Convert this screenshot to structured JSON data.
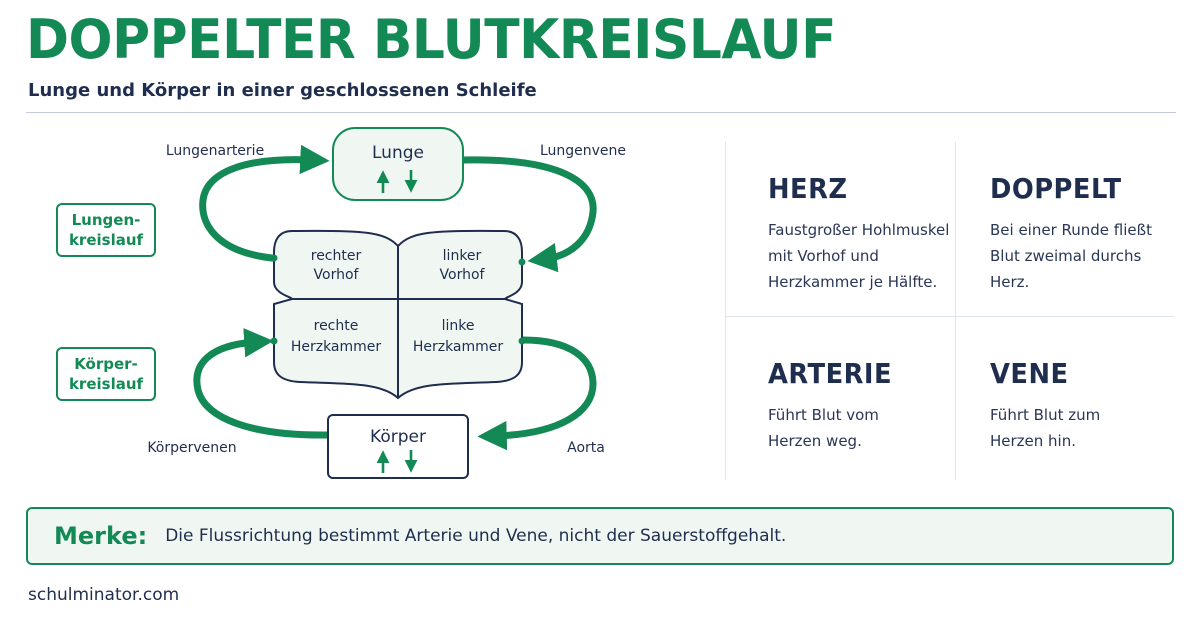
{
  "title": "DOPPELTER BLUTKREISLAUF",
  "subtitle": "Lunge und Körper in einer geschlossenen Schleife",
  "diagram": {
    "lunge": "Lunge",
    "koerper": "Körper",
    "chambers": {
      "rv1": "rechter",
      "rv2": "Vorhof",
      "lv1": "linker",
      "lv2": "Vorhof",
      "rk1": "rechte",
      "rk2": "Herzkammer",
      "lk1": "linke",
      "lk2": "Herzkammer"
    },
    "vessels": {
      "lungenarterie": "Lungenarterie",
      "lungenvene": "Lungenvene",
      "koerpervenen": "Körpervenen",
      "aorta": "Aorta"
    },
    "side_labels": {
      "lungenkreislauf": [
        "Lungen-",
        "kreislauf"
      ],
      "koerperkreislauf": [
        "Körper-",
        "kreislauf"
      ]
    }
  },
  "cards": {
    "herz": {
      "title": "HERZ",
      "lines": [
        "Faustgroßer Hohlmuskel",
        "mit Vorhof und",
        "Herzkammer je Hälfte."
      ]
    },
    "doppelt": {
      "title": "DOPPELT",
      "lines": [
        "Bei einer Runde fließt",
        "Blut zweimal durchs",
        "Herz."
      ]
    },
    "arterie": {
      "title": "ARTERIE",
      "lines": [
        "Führt Blut vom",
        "Herzen weg."
      ]
    },
    "vene": {
      "title": "VENE",
      "lines": [
        "Führt Blut zum",
        "Herzen hin."
      ]
    }
  },
  "merke": {
    "label": "Merke:",
    "text": "Die Flussrichtung bestimmt Arterie und Vene, nicht der Sauerstoffgehalt."
  },
  "footer": "schulminator.com",
  "colors": {
    "accent": "#138a55",
    "navy": "#1f2d4e",
    "light_fill": "#f0f7f2"
  }
}
